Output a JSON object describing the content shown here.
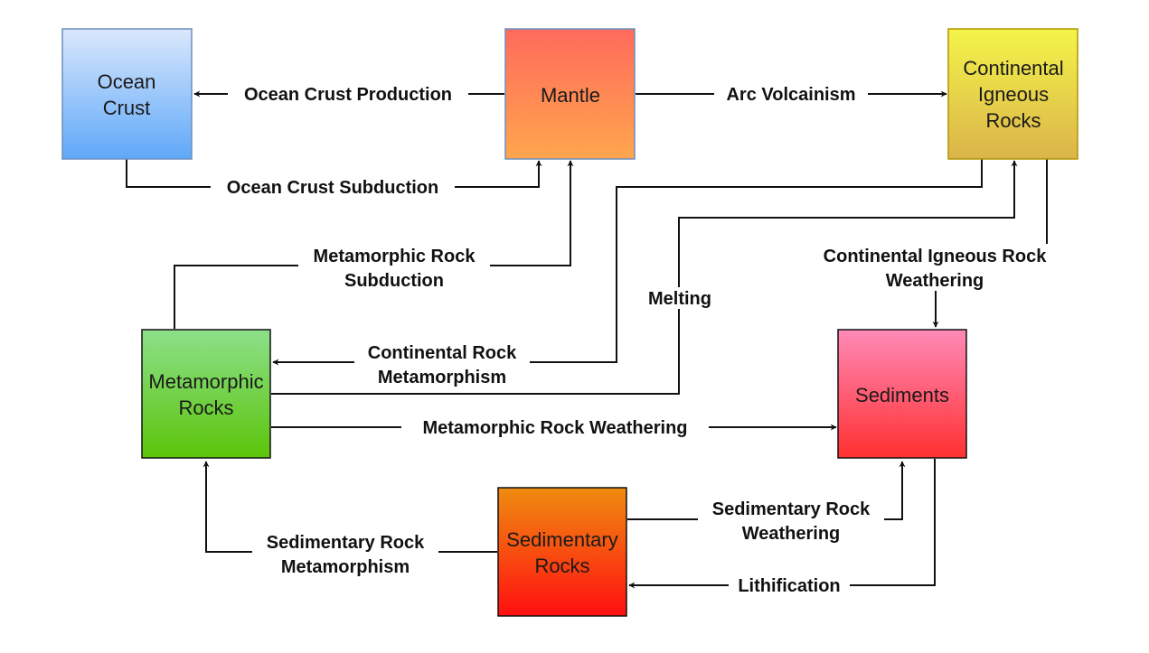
{
  "nodes": {
    "ocean_crust": {
      "lines": [
        "Ocean",
        "Crust"
      ]
    },
    "mantle": {
      "lines": [
        "Mantle"
      ]
    },
    "continental_igneous": {
      "lines": [
        "Continental",
        "Igneous",
        "Rocks"
      ]
    },
    "metamorphic": {
      "lines": [
        "Metamorphic",
        "Rocks"
      ]
    },
    "sediments": {
      "lines": [
        "Sediments"
      ]
    },
    "sedimentary": {
      "lines": [
        "Sedimentary",
        "Rocks"
      ]
    }
  },
  "edges": {
    "ocean_crust_production": {
      "lines": [
        "Ocean Crust Production"
      ]
    },
    "arc_volcanism": {
      "lines": [
        "Arc Volcainism"
      ]
    },
    "ocean_crust_subduction": {
      "lines": [
        "Ocean Crust Subduction"
      ]
    },
    "metamorphic_rock_subduction": {
      "lines": [
        "Metamorphic Rock",
        "Subduction"
      ]
    },
    "melting": {
      "lines": [
        "Melting"
      ]
    },
    "continental_igneous_weathering": {
      "lines": [
        "Continental Igneous Rock",
        "Weathering"
      ]
    },
    "continental_rock_metamorphism": {
      "lines": [
        "Continental Rock",
        "Metamorphism"
      ]
    },
    "metamorphic_rock_weathering": {
      "lines": [
        "Metamorphic Rock Weathering"
      ]
    },
    "sedimentary_rock_weathering": {
      "lines": [
        "Sedimentary Rock",
        "Weathering"
      ]
    },
    "sedimentary_rock_metamorphism": {
      "lines": [
        "Sedimentary Rock",
        "Metamorphism"
      ]
    },
    "lithification": {
      "lines": [
        "Lithification"
      ]
    }
  }
}
